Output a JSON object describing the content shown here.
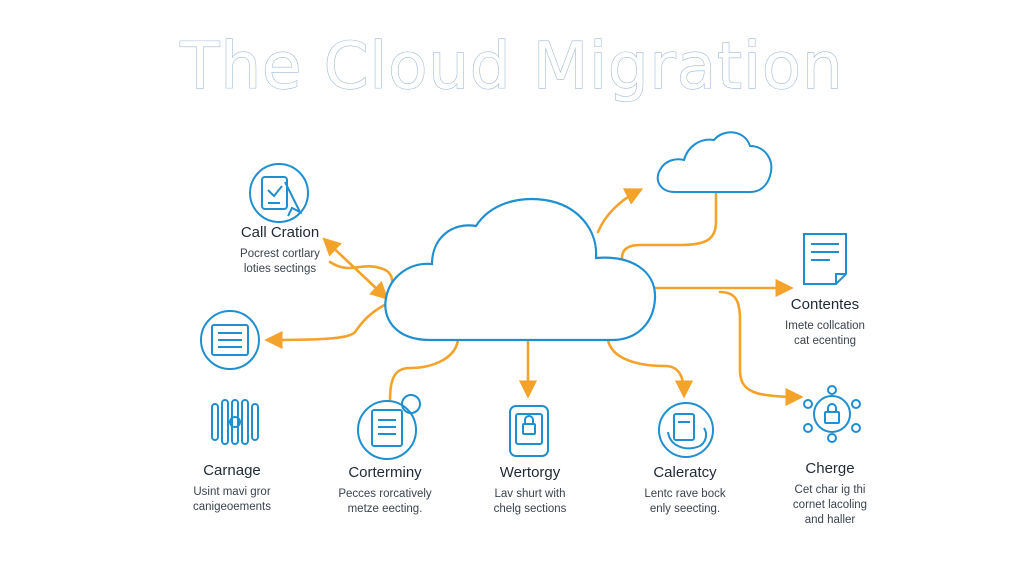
{
  "title": "The Cloud Migration",
  "colors": {
    "primary": "#1f8fd0",
    "accent": "#f3a32a",
    "text": "#1f2a35",
    "title_outline": "#9fb9d8"
  },
  "nodes": {
    "call_cration": {
      "heading": "Call Cration",
      "desc_line1": "Pocrest cortlary",
      "desc_line2": "loties sectings",
      "icon": "tablet-cursor-icon"
    },
    "contentes": {
      "heading": "Contentes",
      "desc_line1": "Imete collcation",
      "desc_line2": "cat ecenting",
      "icon": "document-icon"
    },
    "carnage": {
      "heading": "Carnage",
      "desc_line1": "Usint mavi gror",
      "desc_line2": "canigeoements",
      "icon": "server-icon"
    },
    "corterminy": {
      "heading": "Corterminy",
      "desc_line1": "Pecces rorcatively",
      "desc_line2": "metze eecting.",
      "icon": "documents-icon"
    },
    "wertorgy": {
      "heading": "Wertorgy",
      "desc_line1": "Lav shurt with",
      "desc_line2": "chelg sections",
      "icon": "mobile-lock-icon"
    },
    "caleratcy": {
      "heading": "Caleratcy",
      "desc_line1": "Lentc rave bock",
      "desc_line2": "enly seecting.",
      "icon": "hand-device-icon"
    },
    "cherge": {
      "heading": "Cherge",
      "desc_line1": "Cet char ig thi",
      "desc_line2": "cornet lacoling",
      "desc_line3": "and haller",
      "icon": "network-lock-icon"
    }
  },
  "extra_icons": [
    "list-window-icon",
    "small-cloud-icon",
    "main-cloud-icon"
  ]
}
